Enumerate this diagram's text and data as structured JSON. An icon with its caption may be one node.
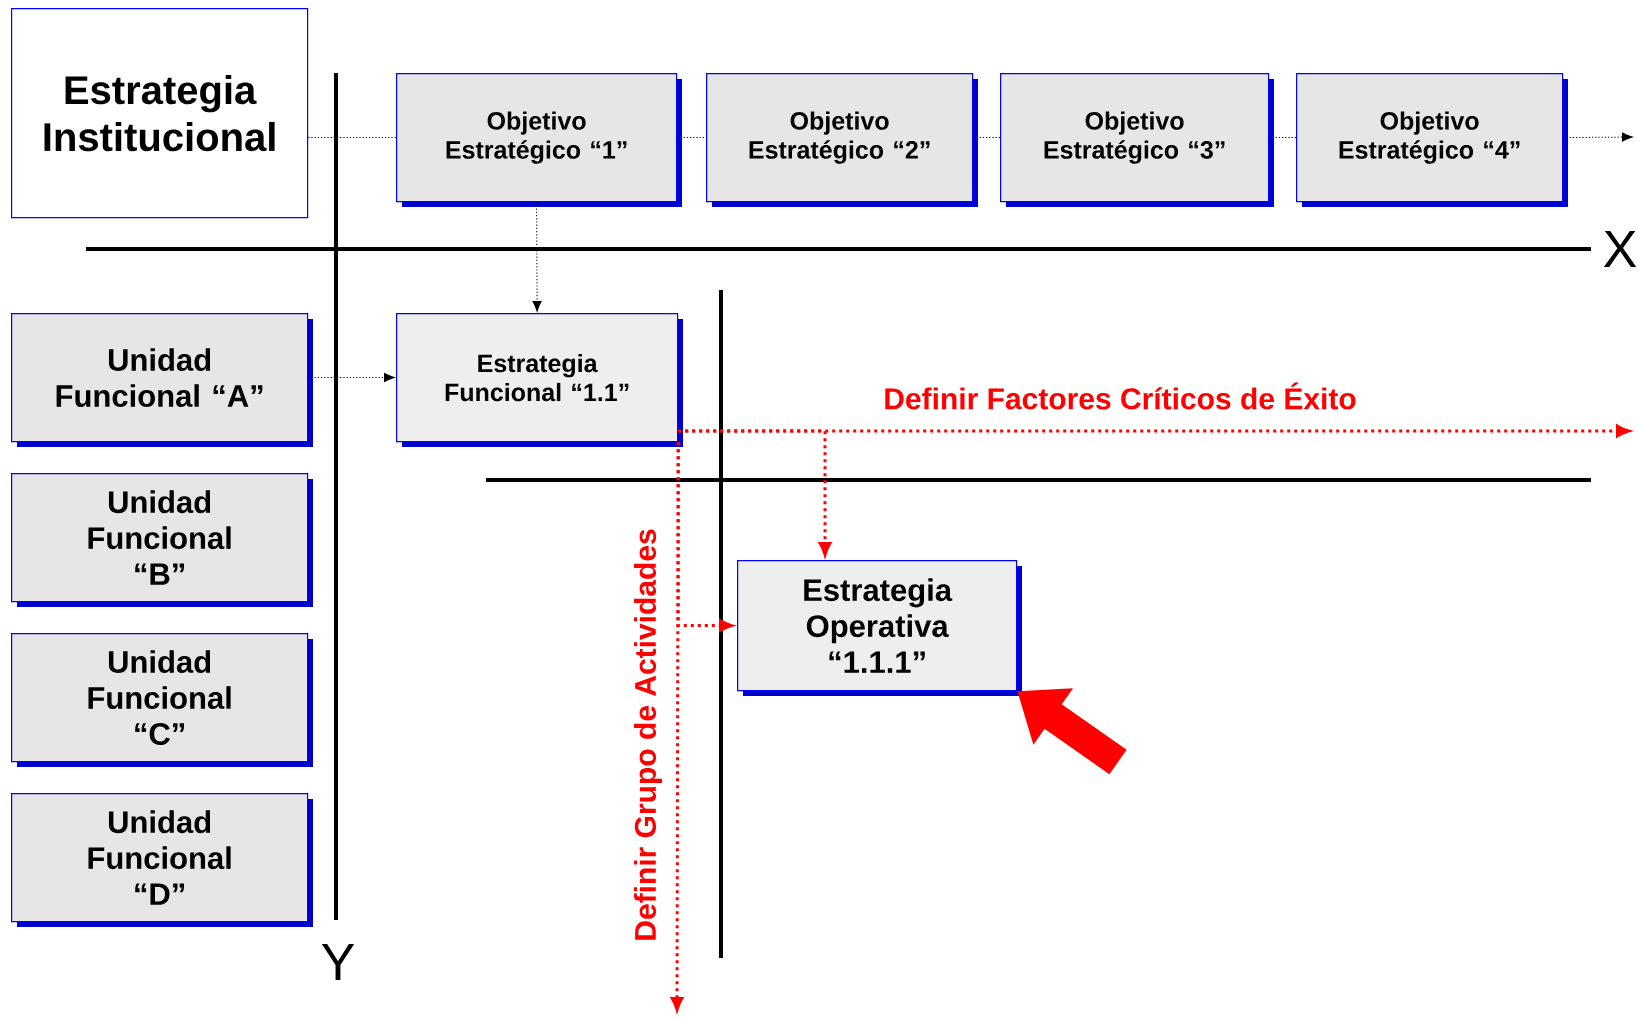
{
  "diagram": {
    "nodes": [
      {
        "text": [
          "Estrategia Institucional"
        ]
      },
      {
        "text": [
          "Objetivo Estratégico “1”"
        ]
      },
      {
        "text": [
          "Objetivo Estratégico “2”"
        ]
      },
      {
        "text": [
          "Objetivo Estratégico “3”"
        ]
      },
      {
        "text": [
          "Objetivo Estratégico “4”"
        ]
      },
      {
        "text": [
          "Estrategia Funcional “1.1”"
        ]
      },
      {
        "text": [
          "Unidad Funcional “A”"
        ]
      },
      {
        "text": [
          "Unidad Funcional “B”"
        ]
      },
      {
        "text": [
          "Unidad Funcional “C”"
        ]
      },
      {
        "text": [
          "Unidad Funcional “D”"
        ]
      },
      {
        "text": [
          "Estrategia Operativa “1.1.1”"
        ]
      }
    ],
    "edges": [
      {
        "from": 0,
        "to": 1,
        "arrow": "none",
        "style": "dashed"
      },
      {
        "from": 1,
        "to": 2,
        "arrow": "none",
        "style": "dashed"
      },
      {
        "from": 2,
        "to": 3,
        "arrow": "none",
        "style": "dashed"
      },
      {
        "from": 3,
        "to": 4,
        "arrow": "none",
        "style": "dashed"
      },
      {
        "from": 4,
        "to": null,
        "arrow": "to",
        "style": "dashed"
      },
      {
        "from": 1,
        "to": 5,
        "arrow": "to",
        "style": "dashed"
      },
      {
        "from": 6,
        "to": 5,
        "arrow": "to",
        "style": "dashed"
      },
      {
        "from": 5,
        "to": null,
        "arrow": "to",
        "label": "Definir Factores Críticos de Éxito",
        "style": "dashed",
        "color": "#ff0000"
      },
      {
        "from": 5,
        "to": 10,
        "arrow": "to",
        "style": "dashed",
        "color": "#ff0000"
      },
      {
        "from": 5,
        "to": null,
        "arrow": "to",
        "label": "Definir Grupo de Actividades",
        "style": "dashed",
        "color": "#ff0000"
      },
      {
        "from": 5,
        "to": 10,
        "arrow": "to",
        "style": "dashed",
        "color": "#ff0000"
      },
      {
        "from": null,
        "to": 10,
        "arrow": "to",
        "style": "thick",
        "color": "#ff0000"
      }
    ],
    "labels": [
      "X",
      "Y"
    ]
  }
}
